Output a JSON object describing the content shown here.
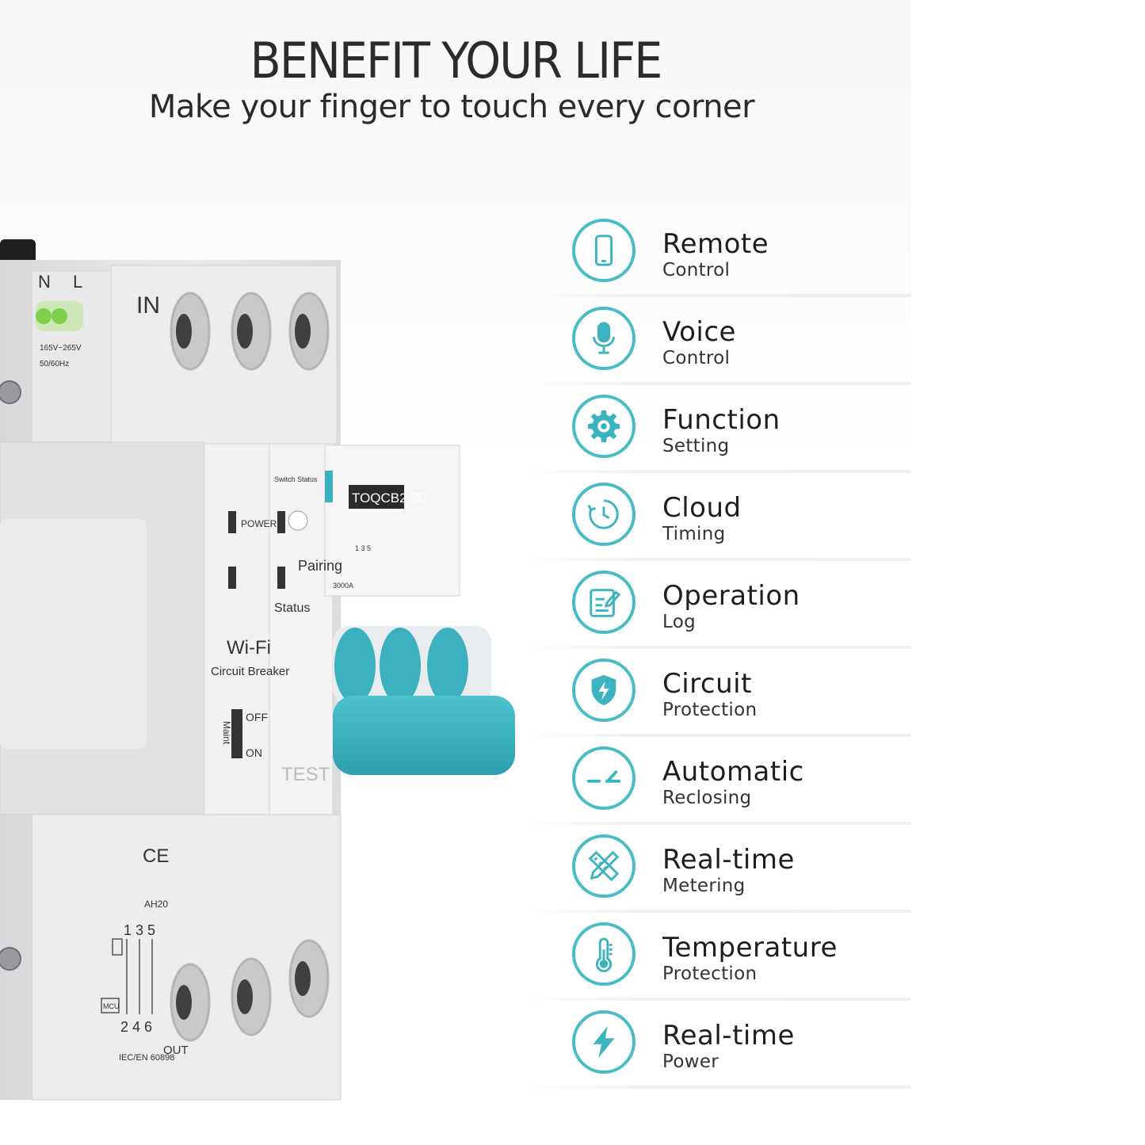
{
  "header": {
    "title": "BENEFIT YOUR LIFE",
    "subtitle": "Make your finger to touch every corner"
  },
  "product": {
    "labels": {
      "n": "N",
      "l": "L",
      "in": "IN",
      "voltage": "165V~265V",
      "freq": "50/60Hz",
      "power": "POWER",
      "switch_status": "Switch Status",
      "model": "TOQCB2-80",
      "pairing": "Pairing",
      "status": "Status",
      "wifi": "Wi-Fi",
      "circuit_breaker": "Circuit Breaker",
      "off": "OFF",
      "on": "ON",
      "maint": "Maint",
      "test": "TEST",
      "out": "OUT",
      "ce": "CE",
      "ah20": "AH20",
      "standard": "IEC/EN 60898",
      "rating": "3000A",
      "terminals_top": "1 3 5",
      "terminals_bottom": "2 4 6",
      "mcu": "MCU"
    },
    "accent_color": "#3bb0bf"
  },
  "features": [
    {
      "title": "Remote",
      "subtitle": "Control",
      "icon": "phone-icon"
    },
    {
      "title": "Voice",
      "subtitle": "Control",
      "icon": "microphone-icon"
    },
    {
      "title": "Function",
      "subtitle": "Setting",
      "icon": "gear-icon"
    },
    {
      "title": "Cloud",
      "subtitle": "Timing",
      "icon": "timer-icon"
    },
    {
      "title": "Operation",
      "subtitle": "Log",
      "icon": "edit-log-icon"
    },
    {
      "title": "Circuit",
      "subtitle": "Protection",
      "icon": "shield-bolt-icon"
    },
    {
      "title": "Automatic",
      "subtitle": "Reclosing",
      "icon": "switch-reclose-icon"
    },
    {
      "title": "Real-time",
      "subtitle": "Metering",
      "icon": "ruler-pencil-icon"
    },
    {
      "title": "Temperature",
      "subtitle": "Protection",
      "icon": "thermometer-icon"
    },
    {
      "title": "Real-time",
      "subtitle": "Power",
      "icon": "lightning-icon"
    }
  ],
  "colors": {
    "icon_ring": "#48bcc6",
    "icon_glyph": "#3cb4bf",
    "text": "#1e1e1e"
  }
}
